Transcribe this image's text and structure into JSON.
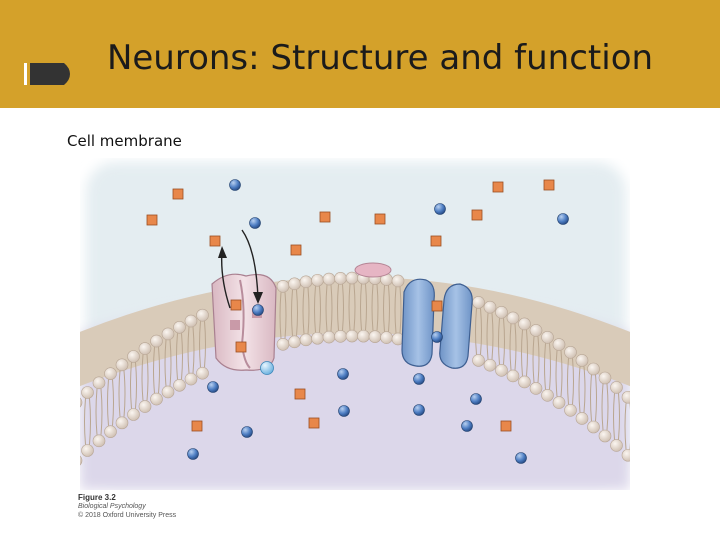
{
  "slide": {
    "title": "Neurons: Structure and function",
    "subtitle": "Cell membrane"
  },
  "figure": {
    "label": "Figure 3.2",
    "book": "Biological Psychology",
    "copyright": "© 2018 Oxford University Press"
  },
  "colors": {
    "header": "#d4a12a",
    "extracellular": "#e6eef2",
    "intracellular": "#ddd8ea",
    "lipid_head": "#e3d5cb",
    "carrier_protein": "#e8cfd6",
    "channel_protein": "#86a9d6",
    "square_ion": "#e8874a",
    "round_ion": "#3f6fb8"
  },
  "icons": {
    "header_mark": "slide-tab-icon",
    "square_particle": "square-molecule-icon",
    "round_particle": "round-ion-icon"
  }
}
